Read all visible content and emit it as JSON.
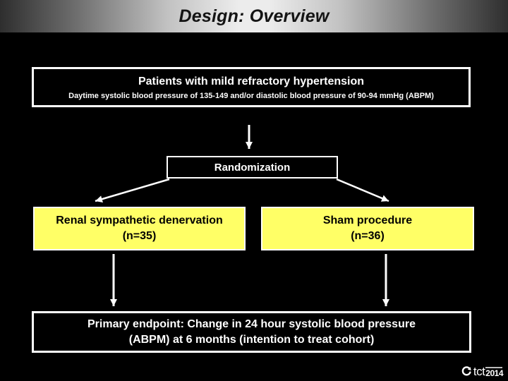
{
  "slide": {
    "title": "Design: Overview"
  },
  "flowchart": {
    "population_box": {
      "title": "Patients with mild refractory hypertension",
      "subtitle": "Daytime systolic blood pressure of 135-149 and/or diastolic blood pressure of 90-94 mmHg (ABPM)"
    },
    "randomization_box": {
      "label": "Randomization"
    },
    "arm_left": {
      "line1": "Renal sympathetic denervation",
      "line2": "(n=35)"
    },
    "arm_right": {
      "line1": "Sham procedure",
      "line2": "(n=36)"
    },
    "endpoint_box": {
      "line1": "Primary endpoint: Change in 24 hour systolic blood pressure",
      "line2": "(ABPM) at 6 months (intention to treat cohort)"
    }
  },
  "logo": {
    "name": "tct",
    "year": "2014"
  },
  "colors": {
    "background": "#000000",
    "header_center": "#ececec",
    "header_edge": "#2e2e2e",
    "box_border": "#ffffff",
    "box_fill": "#000000",
    "arm_fill": "#ffff66",
    "arrow": "#ffffff"
  }
}
